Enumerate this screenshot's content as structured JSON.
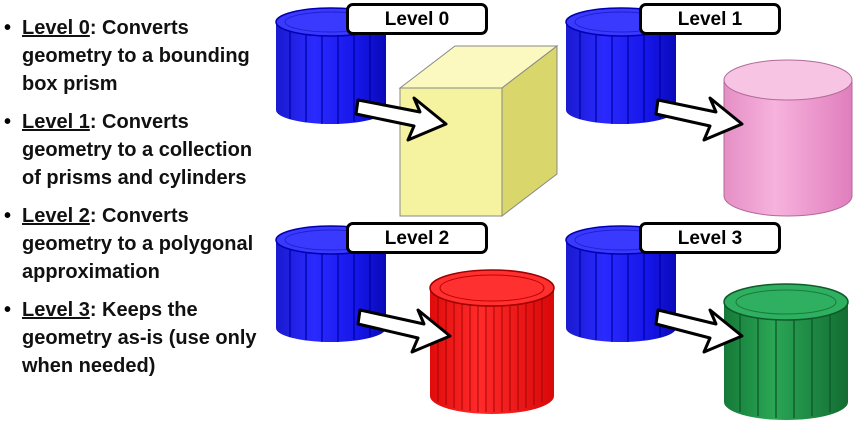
{
  "bullets": [
    {
      "level": "Level 0",
      "sep": ":  ",
      "text": "Converts geometry to a bounding box prism"
    },
    {
      "level": "Level 1",
      "sep": ":  ",
      "text": "Converts geometry to a collection of prisms and cylinders"
    },
    {
      "level": "Level 2",
      "sep": ":  ",
      "text": "Converts geometry to a polygonal approximation"
    },
    {
      "level": "Level 3",
      "sep": ":  ",
      "text": "Keeps the geometry as-is (use only when needed)"
    }
  ],
  "panels": [
    {
      "label": "Level 0",
      "result": "box-prism",
      "color": "#f6f3a0"
    },
    {
      "label": "Level 1",
      "result": "cylinder",
      "color": "#f29ed2"
    },
    {
      "label": "Level 2",
      "result": "polygonal-cylinder",
      "color": "#ee1111"
    },
    {
      "label": "Level 3",
      "result": "fluted-cylinder",
      "color": "#1f8f45"
    }
  ],
  "source_color": "#1010ee"
}
